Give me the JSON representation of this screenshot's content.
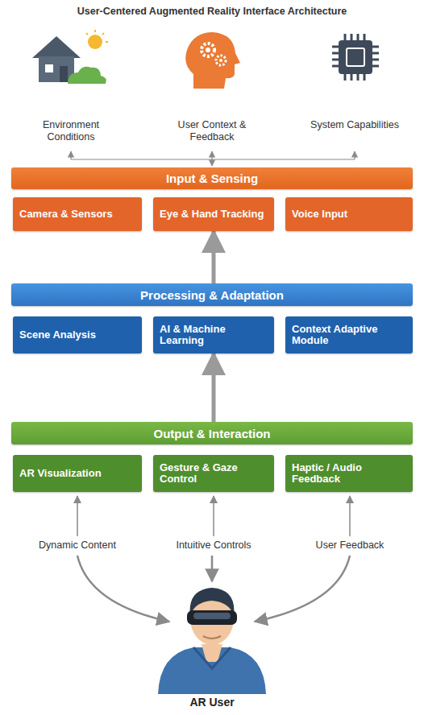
{
  "diagram": {
    "title": "User-Centered Augmented Reality Interface Architecture",
    "nodes": [
      {
        "text": [
          "Input & Sensing"
        ]
      },
      {
        "text": [
          "Camera & Sensors"
        ]
      },
      {
        "text": [
          "Eye & Hand Tracking"
        ]
      },
      {
        "text": [
          "Voice Input"
        ]
      },
      {
        "text": [
          "Processing & Adaptation"
        ]
      },
      {
        "text": [
          "Scene Analysis"
        ]
      },
      {
        "text": [
          "AI & Machine Learning"
        ]
      },
      {
        "text": [
          "Context Adaptive Module"
        ]
      },
      {
        "text": [
          "Output & Interaction"
        ]
      },
      {
        "text": [
          "AR Visualization"
        ]
      },
      {
        "text": [
          "Gesture & Gaze Control"
        ]
      },
      {
        "text": [
          "Haptic / Audio Feedback"
        ]
      }
    ],
    "edges": [
      {
        "from": 4,
        "to": 2,
        "arrow": "to"
      },
      {
        "from": 8,
        "to": 6,
        "arrow": "to"
      }
    ],
    "labels": [
      "Environment Conditions",
      "User Context & Feedback",
      "System Capabilities",
      "Dynamic Content",
      "Intuitive Controls",
      "User Feedback",
      "AR User"
    ]
  }
}
